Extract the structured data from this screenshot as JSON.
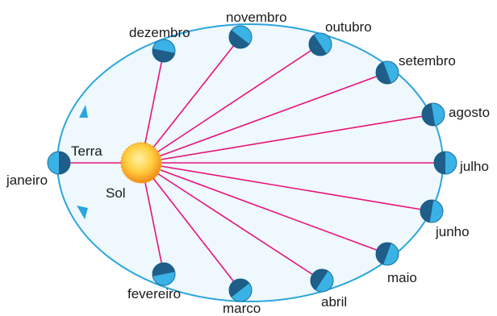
{
  "diagram": {
    "colors": {
      "orbit": "#2aa5dd",
      "orbit_fill": "#eef8fd",
      "radius_lines": "#e8127c",
      "earth_light": "#3ab2e6",
      "earth_dark": "#1a4f78",
      "sun_core": "#ffd24a",
      "sun_edge": "#f08a1a"
    },
    "sun_label": "Sol",
    "earth_label": "Terra",
    "months": [
      {
        "id": "janeiro",
        "label": "janeiro"
      },
      {
        "id": "fevereiro",
        "label": "fevereiro"
      },
      {
        "id": "marco",
        "label": "marco"
      },
      {
        "id": "abril",
        "label": "abril"
      },
      {
        "id": "maio",
        "label": "maio"
      },
      {
        "id": "junho",
        "label": "junho"
      },
      {
        "id": "julho",
        "label": "julho"
      },
      {
        "id": "agosto",
        "label": "agosto"
      },
      {
        "id": "setembro",
        "label": "setembro"
      },
      {
        "id": "outubro",
        "label": "outubro"
      },
      {
        "id": "novembro",
        "label": "novembro"
      },
      {
        "id": "dezembro",
        "label": "dezembro"
      }
    ]
  }
}
